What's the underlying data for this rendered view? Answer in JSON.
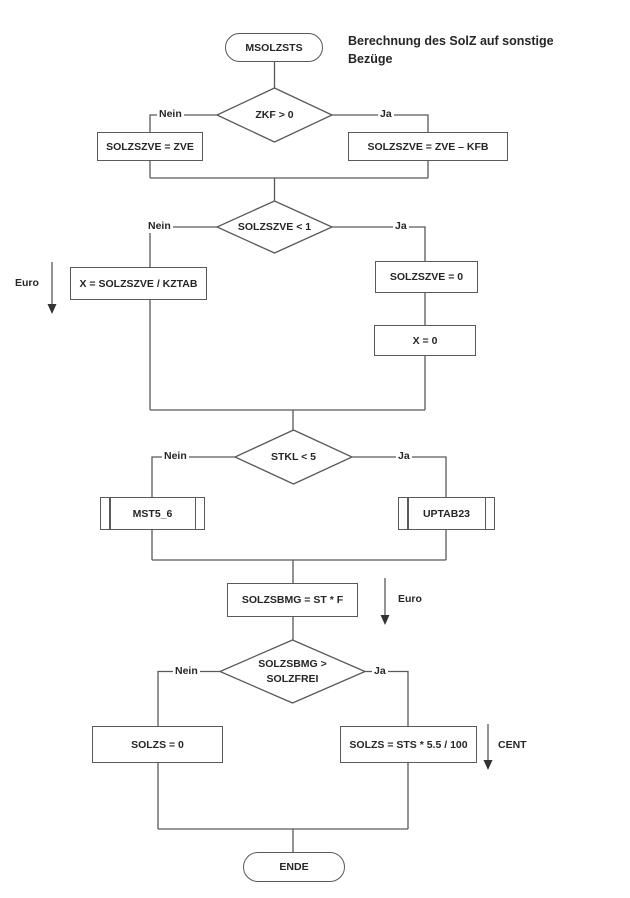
{
  "title": "Berechnung des SolZ auf sonstige Bezüge",
  "labels": {
    "no": "Nein",
    "yes": "Ja",
    "euro": "Euro",
    "cent": "CENT"
  },
  "nodes": {
    "start": "MSOLZSTS",
    "decision1": "ZKF > 0",
    "box1_left": "SOLZSZVE = ZVE",
    "box1_right": "SOLZSZVE = ZVE – KFB",
    "decision2": "SOLZSZVE < 1",
    "box2_left": "X = SOLZSZVE / KZTAB",
    "box2_right": "SOLZSZVE = 0",
    "box2_right2": "X = 0",
    "decision3": "STKL < 5",
    "sub_left": "MST5_6",
    "sub_right": "UPTAB23",
    "box4": "SOLZSBMG = ST * F",
    "decision4": "SOLZSBMG >\nSOLZFREI",
    "box5_left": "SOLZS = 0",
    "box5_right": "SOLZS = STS * 5.5 / 100",
    "end": "ENDE"
  },
  "colors": {
    "line": "#595959",
    "text": "#262626",
    "background": "#ffffff"
  }
}
